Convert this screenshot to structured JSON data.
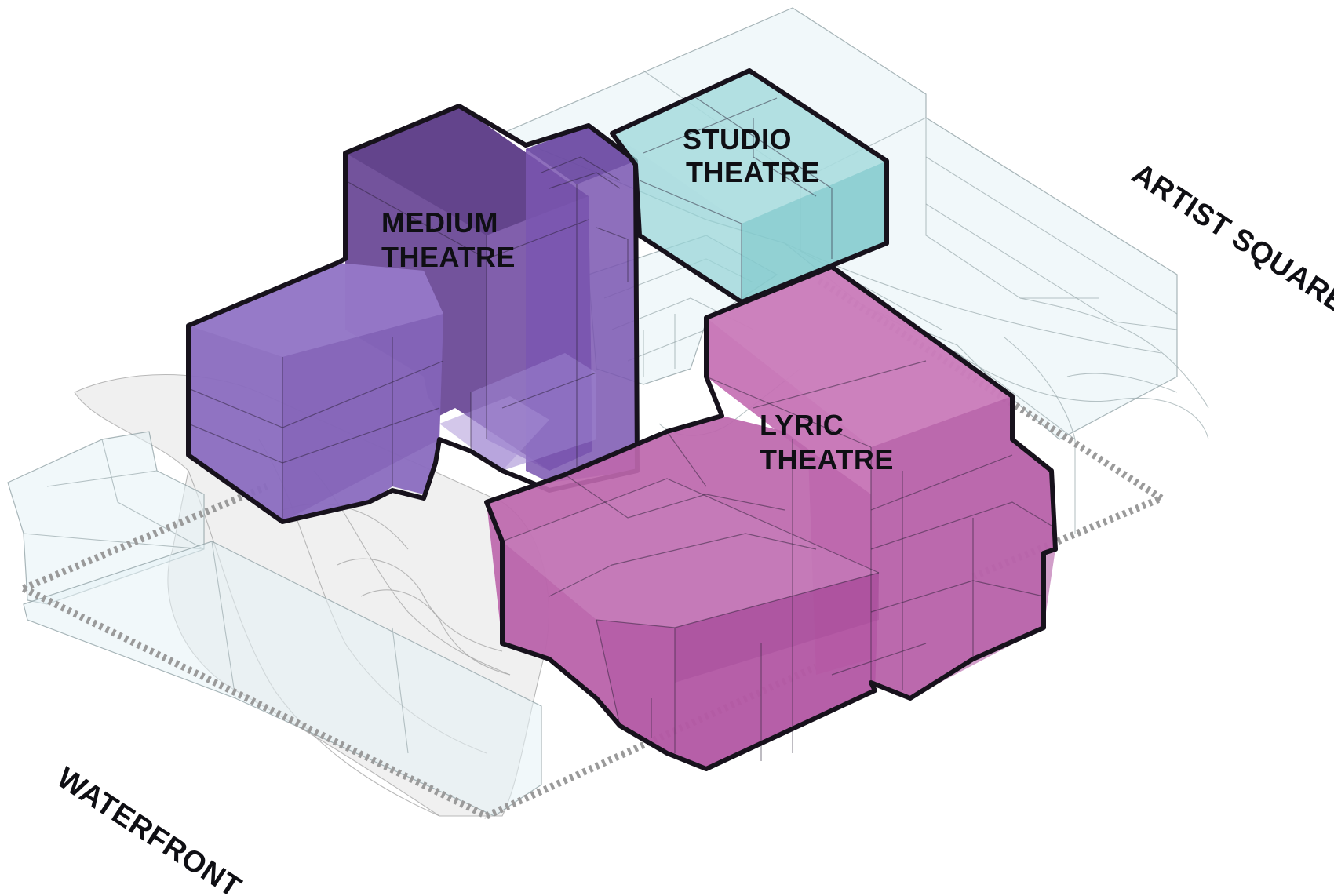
{
  "diagram": {
    "volumes": [
      {
        "label_line1": "MEDIUM",
        "label_line2": "THEATRE",
        "color": "#7a52a6"
      },
      {
        "label_line1": "STUDIO",
        "label_line2": "THEATRE",
        "color": "#86d0d2"
      },
      {
        "label_line1": "LYRIC",
        "label_line2": "THEATRE",
        "color": "#c06aac"
      }
    ],
    "street_labels": {
      "right": "ARTIST SQUARE",
      "left": "WATERFRONT"
    }
  }
}
